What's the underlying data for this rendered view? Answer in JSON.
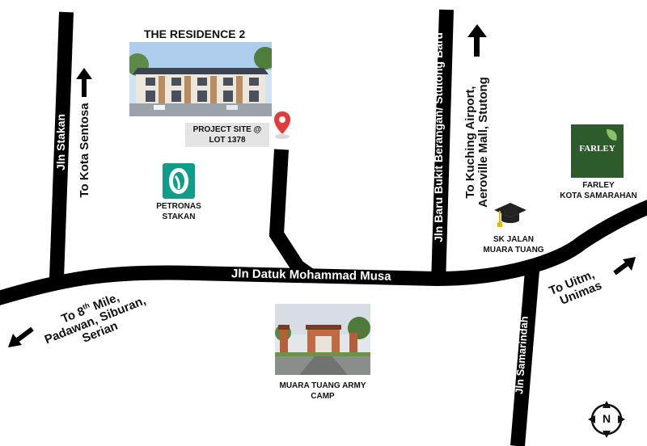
{
  "roads": {
    "main": "Jln Datuk Mohammad Musa",
    "stakan": "Jln Stakan",
    "bukit_berangan": "Jln Baru Bukit Berangan/ Stutong Baru",
    "samarindah": "Jln Samarindah"
  },
  "directions": {
    "kota_sentosa": "To Kota Sentosa",
    "kuching_line1": "To Kuching Airport,",
    "kuching_line2": "Aeroville Mall, Stutong",
    "eighth_mile_line1_pre": "To 8",
    "eighth_mile_line1_sup": "th",
    "eighth_mile_line1_post": " Mile,",
    "eighth_mile_line2": "Padawan, Siburan,",
    "eighth_mile_line3": "Serian",
    "uitm_line1": "To Uitm,",
    "uitm_line2": "Unimas"
  },
  "places": {
    "residence_title": "THE RESIDENCE 2",
    "project_site_line1": "PROJECT SITE @",
    "project_site_line2": "LOT 1378",
    "petronas_line1": "PETRONAS",
    "petronas_line2": "STAKAN",
    "farley_logo": "FARLEY",
    "farley_line1": "FARLEY",
    "farley_line2": "KOTA SAMARAHAN",
    "school_line1": "SK JALAN",
    "school_line2": "MUARA TUANG",
    "army_line1": "MUARA TUANG ARMY",
    "army_line2": "CAMP"
  },
  "compass": {
    "label": "N"
  },
  "colors": {
    "road": "#000000",
    "pin": "#e63b3b",
    "petronas": "#0e9c8b",
    "farley": "#2e5b2c"
  },
  "icons": [
    "arrow-up-icon",
    "arrow-down-left-icon",
    "arrow-up-right-icon",
    "map-pin-icon",
    "graduation-cap-icon",
    "petronas-logo",
    "compass-icon"
  ]
}
